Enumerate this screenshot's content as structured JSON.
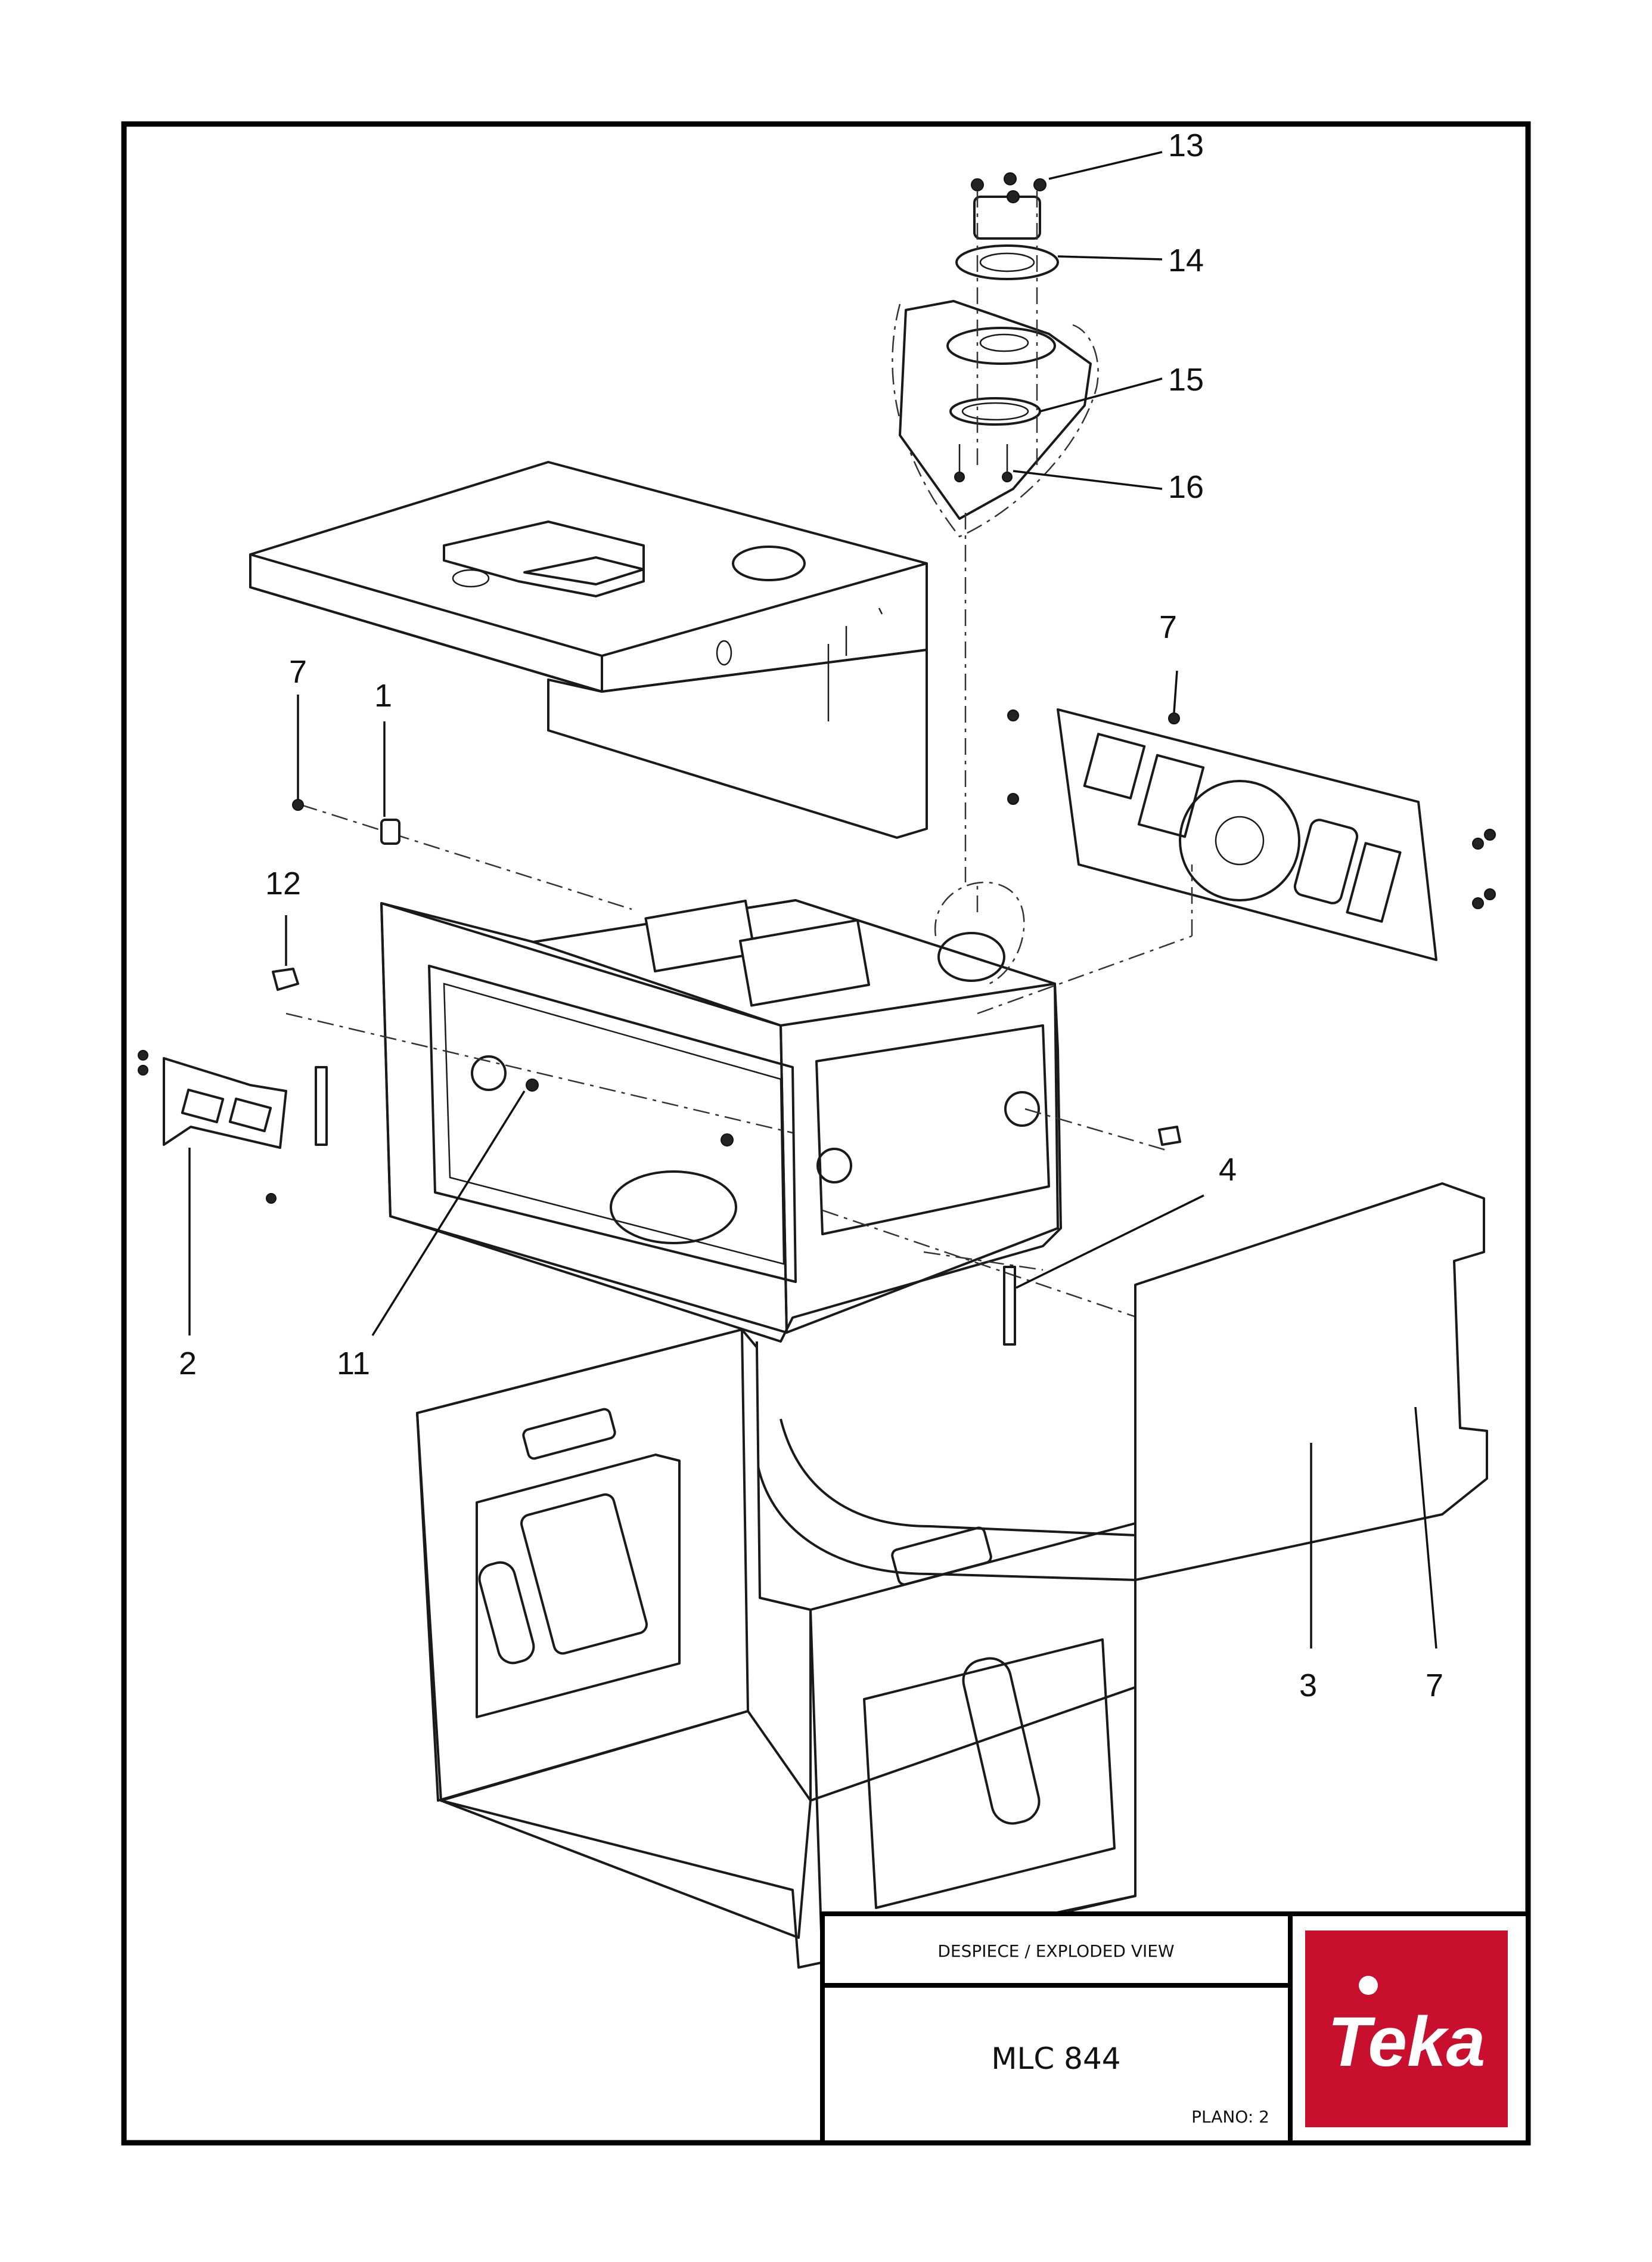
{
  "callouts": [
    {
      "id": "13",
      "text": "13"
    },
    {
      "id": "14",
      "text": "14"
    },
    {
      "id": "15",
      "text": "15"
    },
    {
      "id": "16",
      "text": "16"
    },
    {
      "id": "7a",
      "text": "7"
    },
    {
      "id": "1",
      "text": "1"
    },
    {
      "id": "7b",
      "text": "7"
    },
    {
      "id": "12",
      "text": "12"
    },
    {
      "id": "4",
      "text": "4"
    },
    {
      "id": "2",
      "text": "2"
    },
    {
      "id": "11",
      "text": "11"
    },
    {
      "id": "3",
      "text": "3"
    },
    {
      "id": "7c",
      "text": "7"
    }
  ],
  "title_block": {
    "heading": "DESPIECE / EXPLODED VIEW",
    "model": "MLC 844",
    "sheet_number": "PLANO: 2",
    "logo_text": "Teka"
  },
  "colors": {
    "logo_red": "#c8102e",
    "frame": "#000000"
  }
}
